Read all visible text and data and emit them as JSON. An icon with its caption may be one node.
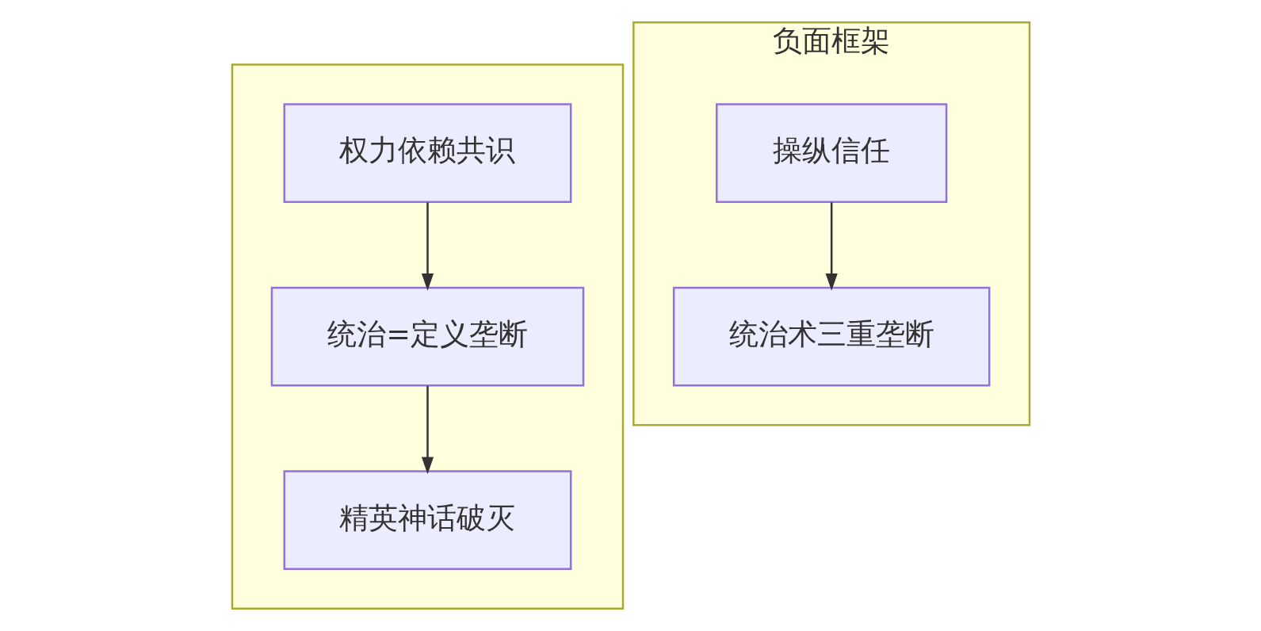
{
  "diagram": {
    "nodes": [
      {
        "text": [],
        "shape": "box"
      },
      {
        "text": [
          "权力依赖共识"
        ],
        "in": 0
      },
      {
        "text": [
          "统治=定义垄断"
        ],
        "in": 0
      },
      {
        "text": [
          "精英神话破灭"
        ],
        "in": 0
      },
      {
        "text": [
          "负面框架"
        ]
      },
      {
        "text": [
          "操纵信任"
        ],
        "in": 4
      },
      {
        "text": [
          "统治术三重垄断"
        ],
        "in": 4
      }
    ],
    "edges": [
      {
        "from": 1,
        "to": 2,
        "arrow": "to"
      },
      {
        "from": 2,
        "to": 3,
        "arrow": "to"
      },
      {
        "from": 5,
        "to": 6,
        "arrow": "to"
      }
    ]
  }
}
